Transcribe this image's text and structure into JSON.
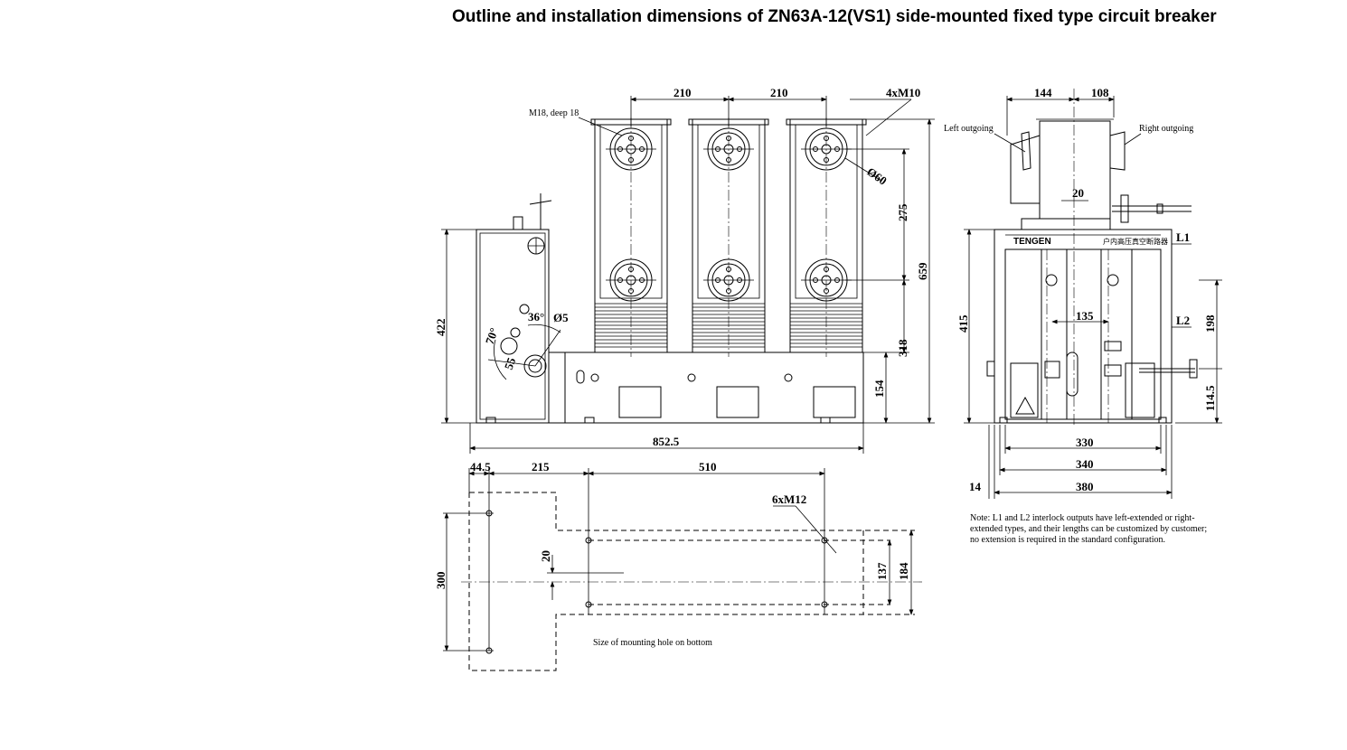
{
  "title": "Outline and installation dimensions of ZN63A-12(VS1) side-mounted fixed type circuit breaker",
  "front_view": {
    "dims": {
      "d210a": "210",
      "d210b": "210",
      "d4xm10": "4xM10",
      "m18": "M18, deep 18",
      "d60": "Ø60",
      "d275": "275",
      "d659": "659",
      "d422": "422",
      "d318": "318",
      "d154": "154",
      "d852": "852.5",
      "d5": "Ø5",
      "d36": "36°",
      "d70": "70°",
      "d55": "55"
    }
  },
  "side_view": {
    "dims": {
      "d144": "144",
      "d108": "108",
      "d20": "20",
      "d415": "415",
      "d135": "135",
      "d330": "330",
      "d340": "340",
      "d380": "380",
      "d14": "14",
      "d198": "198",
      "d1145": "114.5"
    },
    "left_outgoing": "Left outgoing",
    "right_outgoing": "Right outgoing",
    "l1": "L1",
    "l2": "L2",
    "brand": "TENGEN",
    "nameplate": "户内高压真空断路器"
  },
  "mounting": {
    "dims": {
      "d445": "44.5",
      "d215": "215",
      "d510": "510",
      "d6xm12": "6xM12",
      "d20": "20",
      "d300": "300",
      "d137": "137",
      "d184": "184"
    },
    "caption": "Size of mounting hole on bottom"
  },
  "note": {
    "line1": "Note: L1 and L2 interlock outputs have left-extended or right-",
    "line2": "extended types, and their lengths can be customized by customer;",
    "line3": "no extension is required in the standard configuration."
  }
}
